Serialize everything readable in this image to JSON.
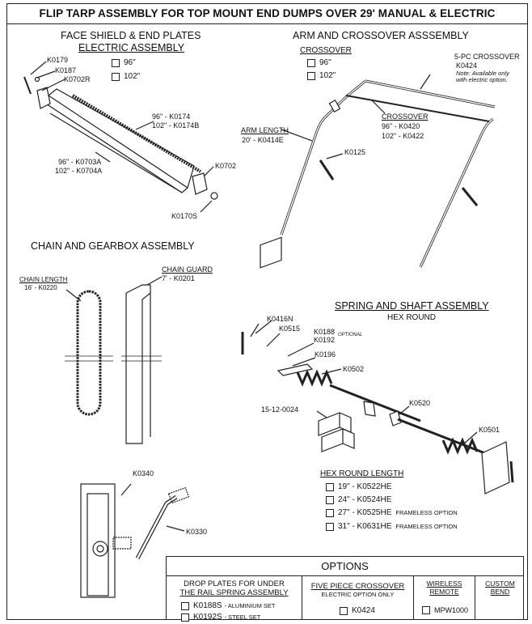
{
  "title": "FLIP TARP ASSEMBLY FOR TOP MOUNT END DUMPS OVER 29' MANUAL & ELECTRIC",
  "face_shield": {
    "heading": "FACE SHIELD & END PLATES",
    "subheading": "ELECTRIC ASSEMBLY",
    "options": [
      "96\"",
      "102\""
    ],
    "parts": {
      "k0179": "K0179",
      "k0187": "K0187",
      "k0702r": "K0702R",
      "k0174a": "96\" - K0174",
      "k0174b": "102\" - K0174B",
      "k0703a": "96\" - K0703A",
      "k0704a": "102\" - K0704A",
      "k0702": "K0702",
      "k0170s": "K0170S"
    }
  },
  "arm": {
    "heading": "ARM AND CROSSOVER ASSSEMBLY",
    "crossover_label": "CROSSOVER",
    "options": [
      "96\"",
      "102\""
    ],
    "five_pc_title": "5-PC CROSSOVER",
    "five_pc_part": "K0424",
    "five_pc_note_1": "Note: Available only",
    "five_pc_note_2": "with electric option.",
    "crossover2_title": "CROSSOVER",
    "crossover2_96": "96\" - K0420",
    "crossover2_102": "102\" - K0422",
    "arm_length_title": "ARM LENGTH",
    "arm_length_value": "20' - K0414E",
    "k0125": "K0125"
  },
  "chain": {
    "heading": "CHAIN AND GEARBOX ASSEMBLY",
    "chain_length_title": "CHAIN LENGTH",
    "chain_length_value": "16' - K0220",
    "chain_guard_title": "CHAIN GUARD",
    "chain_guard_value": "7' - K0201",
    "k0340": "K0340",
    "k0330": "K0330"
  },
  "spring": {
    "heading": "SPRING AND SHAFT ASSEMBLY",
    "subheading": "HEX ROUND",
    "parts": {
      "k0416n": "K0416N",
      "k0515": "K0515",
      "k0188": "K0188",
      "k0192": "K0192",
      "optional": "OPTIONAL",
      "k0196": "K0196",
      "k0502": "K0502",
      "p15": "15-12-0024",
      "k0520": "K0520",
      "k0501": "K0501"
    },
    "hex_length_title": "HEX ROUND LENGTH",
    "hex_lengths": [
      {
        "label": "19\" - K0522HE",
        "note": ""
      },
      {
        "label": "24\" - K0524HE",
        "note": ""
      },
      {
        "label": "27\" - K0525HE",
        "note": "FRAMELESS OPTION"
      },
      {
        "label": "31\" - K0631HE",
        "note": "FRAMELESS OPTION"
      }
    ]
  },
  "options": {
    "title": "OPTIONS",
    "drop_plates_title_1": "DROP PLATES FOR UNDER",
    "drop_plates_title_2": "THE RAIL SPRING ASSEMBLY",
    "drop_plates": [
      {
        "code": "K0188S",
        "note": "- ALUMINIUM SET"
      },
      {
        "code": "K0192S",
        "note": "- STEEL SET"
      }
    ],
    "five_piece_title": "FIVE PIECE CROSSOVER",
    "five_piece_sub": "ELECTRIC OPTION ONLY",
    "five_piece_code": "K0424",
    "wireless_title": "WIRELESS REMOTE",
    "wireless_code": "MPW1000",
    "custom_bend_title": "CUSTOM BEND"
  }
}
